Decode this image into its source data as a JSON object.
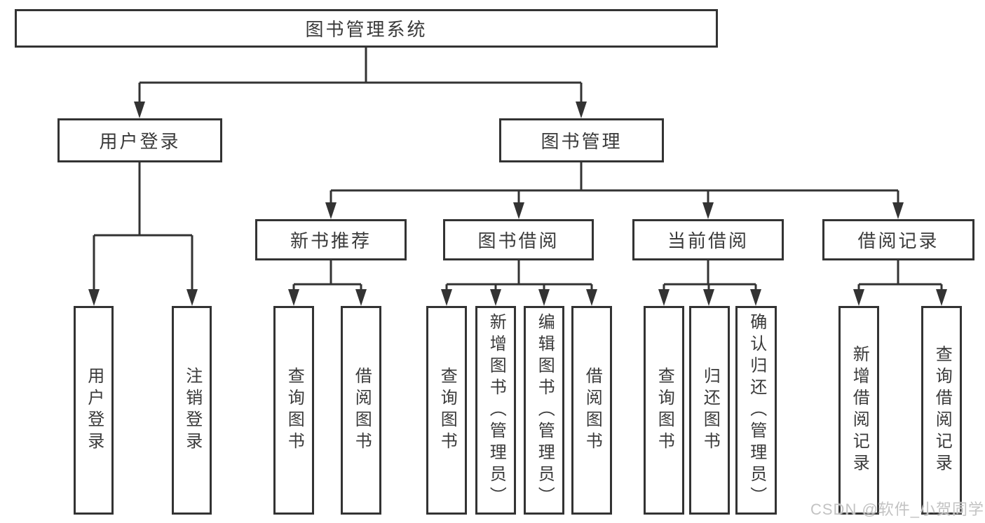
{
  "tree": {
    "root": {
      "label": "图书管理系统",
      "children": [
        {
          "label": "用户登录",
          "children": [
            {
              "label": "用户登录"
            },
            {
              "label": "注销登录"
            }
          ]
        },
        {
          "label": "图书管理",
          "children": [
            {
              "label": "新书推荐",
              "children": [
                {
                  "label": "查询图书"
                },
                {
                  "label": "借阅图书"
                }
              ]
            },
            {
              "label": "图书借阅",
              "children": [
                {
                  "label": "查询图书"
                },
                {
                  "label": "新增图书（管理员）"
                },
                {
                  "label": "编辑图书（管理员）"
                },
                {
                  "label": "借阅图书"
                }
              ]
            },
            {
              "label": "当前借阅",
              "children": [
                {
                  "label": "查询图书"
                },
                {
                  "label": "归还图书"
                },
                {
                  "label": "确认归还（管理员）"
                }
              ]
            },
            {
              "label": "借阅记录",
              "children": [
                {
                  "label": "新增借阅记录"
                },
                {
                  "label": "查询借阅记录"
                }
              ]
            }
          ]
        }
      ]
    }
  },
  "watermark": "CSDN @软件_小贺同学",
  "colors": {
    "line": "#333333",
    "text": "#3a3a3a",
    "box_background": "#ffffff",
    "watermark": "#c3c3c3"
  }
}
